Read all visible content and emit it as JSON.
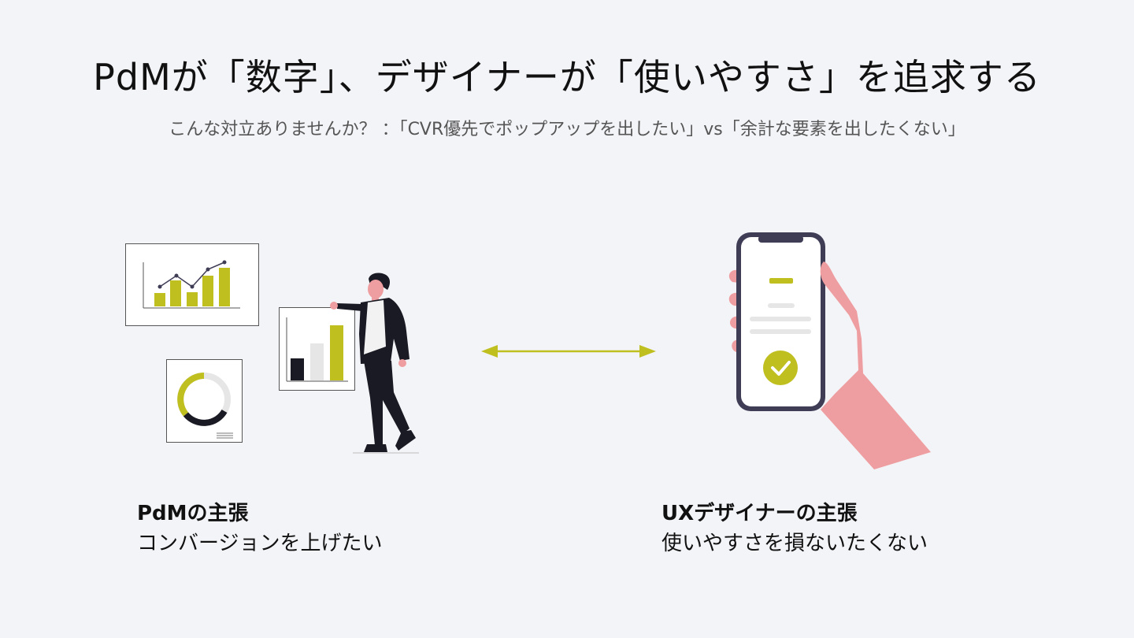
{
  "slide": {
    "title": "PdMが「数字」、デザイナーが「使いやすさ」を追求する",
    "subtitle": "こんな対立ありませんか？ ：「CVR優先でポップアップを出したい」vs「余計な要素を出したくない」"
  },
  "left": {
    "heading": "PdMの主張",
    "body": "コンバージョンを上げたい"
  },
  "right": {
    "heading": "UXデザイナーの主張",
    "body": "使いやすさを損ないたくない"
  },
  "colors": {
    "background": "#f3f4f8",
    "accent": "#bfbf1f",
    "skin": "#ee9ea0",
    "dark": "#1a1a24",
    "phone_frame": "#3f3d56"
  }
}
